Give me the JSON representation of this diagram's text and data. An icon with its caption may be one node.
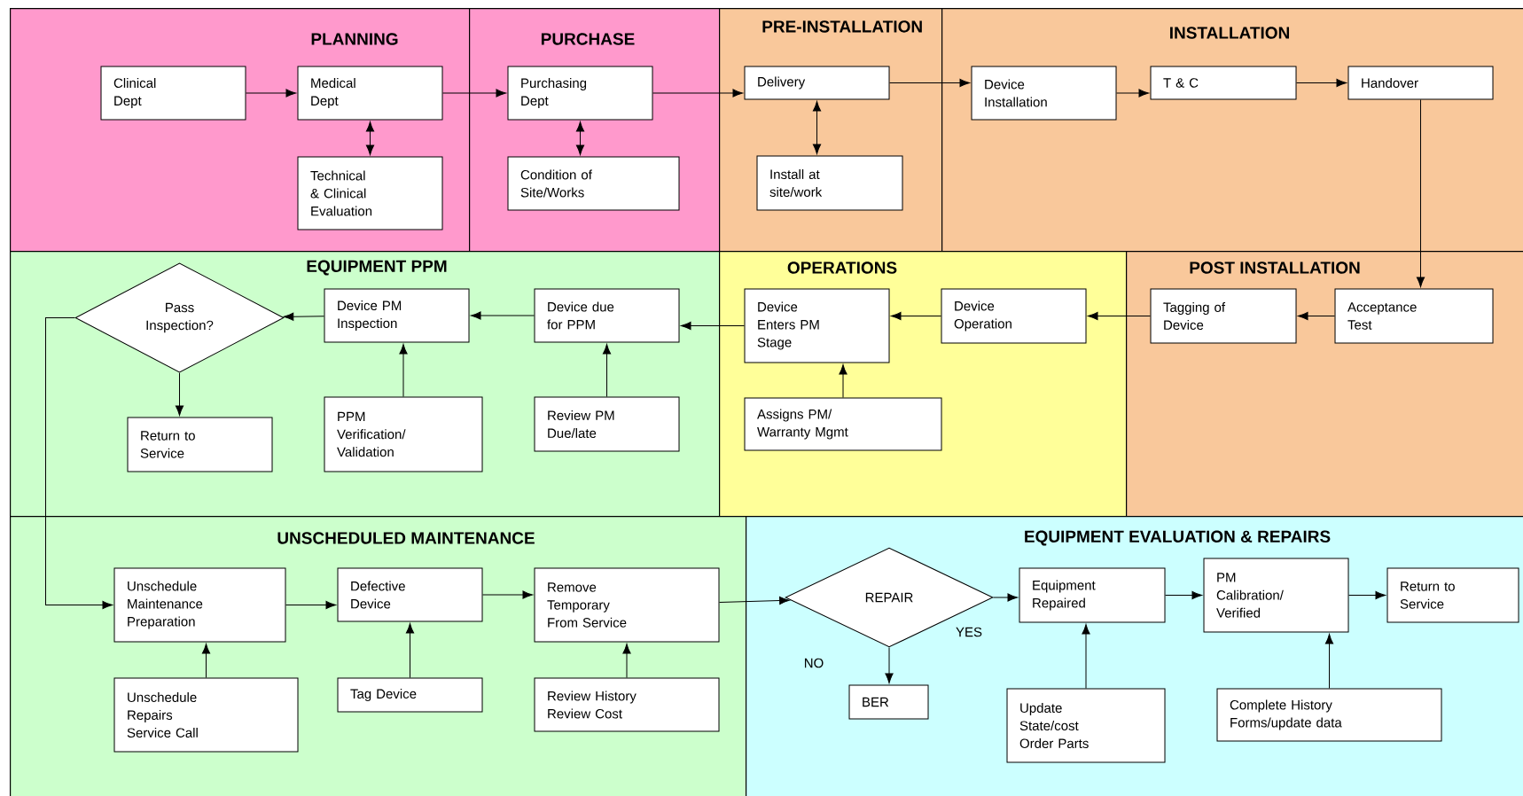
{
  "diagram": {
    "nodes": [
      {
        "text": [
          "PLANNING"
        ]
      },
      {
        "text": [
          "Clinical Dept"
        ],
        "in": 0
      },
      {
        "text": [
          "Medical Dept"
        ],
        "in": 0
      },
      {
        "text": [
          "Technical & Clinical Evaluation"
        ],
        "in": 0
      },
      {
        "text": [
          "PURCHASE"
        ]
      },
      {
        "text": [
          "Purchasing Dept"
        ],
        "in": 4
      },
      {
        "text": [
          "Condition of Site/Works"
        ],
        "in": 4
      },
      {
        "text": [
          "PRE-INSTALLATION"
        ]
      },
      {
        "text": [
          "Delivery"
        ],
        "in": 7
      },
      {
        "text": [
          "Install at site/work"
        ],
        "in": 7
      },
      {
        "text": [
          "INSTALLATION"
        ]
      },
      {
        "text": [
          "Device Installation"
        ],
        "in": 10
      },
      {
        "text": [
          "T & C"
        ],
        "in": 10
      },
      {
        "text": [
          "Handover"
        ],
        "in": 10
      },
      {
        "text": [
          "EQUIPMENT PPM"
        ]
      },
      {
        "text": [
          "Pass Inspection?"
        ],
        "in": 14
      },
      {
        "text": [
          "Device PM Inspection"
        ],
        "in": 14
      },
      {
        "text": [
          "Device due for PPM"
        ],
        "in": 14
      },
      {
        "text": [
          "Return to Service"
        ],
        "in": 14
      },
      {
        "text": [
          "PPM Verification/ Validation"
        ],
        "in": 14
      },
      {
        "text": [
          "Review PM Due/late"
        ],
        "in": 14
      },
      {
        "text": [
          "OPERATIONS"
        ]
      },
      {
        "text": [
          "Device Enters PM Stage"
        ],
        "in": 21
      },
      {
        "text": [
          "Device Operation"
        ],
        "in": 21
      },
      {
        "text": [
          "Assigns PM/ Warranty Mgmt"
        ],
        "in": 21
      },
      {
        "text": [
          "POST INSTALLATION"
        ]
      },
      {
        "text": [
          "Tagging of Device"
        ],
        "in": 25
      },
      {
        "text": [
          "Acceptance Test"
        ],
        "in": 25
      },
      {
        "text": [
          "UNSCHEDULED MAINTENANCE"
        ]
      },
      {
        "text": [
          "Unschedule Maintenance Preparation"
        ],
        "in": 28
      },
      {
        "text": [
          "Defective Device"
        ],
        "in": 28
      },
      {
        "text": [
          "Remove Temporary From Service"
        ],
        "in": 28
      },
      {
        "text": [
          "Unschedule Repairs Service Call"
        ],
        "in": 28
      },
      {
        "text": [
          "Tag Device"
        ],
        "in": 28
      },
      {
        "text": [
          "Review History Review Cost"
        ],
        "in": 28
      },
      {
        "text": [
          "EQUIPMENT EVALUATION & REPAIRS"
        ]
      },
      {
        "text": [
          "REPAIR"
        ],
        "in": 35
      },
      {
        "text": [
          "Equipment Repaired"
        ],
        "in": 35
      },
      {
        "text": [
          "PM Calibration/ Verified"
        ],
        "in": 35
      },
      {
        "text": [
          "Return to Service"
        ],
        "in": 35
      },
      {
        "text": [
          "BER"
        ],
        "in": 35
      },
      {
        "text": [
          "Update State/cost Order Parts"
        ],
        "in": 35
      },
      {
        "text": [
          "Complete History Forms/update data"
        ],
        "in": 35
      }
    ],
    "edges": [
      {
        "from": 1,
        "to": 2,
        "arrow": "to"
      },
      {
        "from": 2,
        "to": 3,
        "arrow": "both"
      },
      {
        "from": 2,
        "to": 5,
        "arrow": "to"
      },
      {
        "from": 5,
        "to": 6,
        "arrow": "both"
      },
      {
        "from": 5,
        "to": 8,
        "arrow": "to"
      },
      {
        "from": 8,
        "to": 11,
        "arrow": "to"
      },
      {
        "from": 8,
        "to": 9,
        "arrow": "both"
      },
      {
        "from": 11,
        "to": 12,
        "arrow": "to"
      },
      {
        "from": 12,
        "to": 13,
        "arrow": "to"
      },
      {
        "from": 13,
        "to": 27,
        "arrow": "to"
      },
      {
        "from": 27,
        "to": 26,
        "arrow": "to"
      },
      {
        "from": 26,
        "to": 23,
        "arrow": "to"
      },
      {
        "from": 23,
        "to": 22,
        "arrow": "to"
      },
      {
        "from": 24,
        "to": 22,
        "arrow": "to"
      },
      {
        "from": 22,
        "to": 17,
        "arrow": "to"
      },
      {
        "from": 20,
        "to": 17,
        "arrow": "to"
      },
      {
        "from": 17,
        "to": 16,
        "arrow": "to"
      },
      {
        "from": 19,
        "to": 16,
        "arrow": "to"
      },
      {
        "from": 16,
        "to": 15,
        "arrow": "to"
      },
      {
        "from": 15,
        "to": 18,
        "arrow": "to"
      },
      {
        "from": 15,
        "to": 29,
        "arrow": "to"
      },
      {
        "from": 32,
        "to": 29,
        "arrow": "to"
      },
      {
        "from": 29,
        "to": 30,
        "arrow": "to"
      },
      {
        "from": 33,
        "to": 30,
        "arrow": "to"
      },
      {
        "from": 30,
        "to": 31,
        "arrow": "to"
      },
      {
        "from": 34,
        "to": 31,
        "arrow": "to"
      },
      {
        "from": 31,
        "to": 36,
        "arrow": "to"
      },
      {
        "from": 36,
        "to": 37,
        "arrow": "to",
        "label": "YES"
      },
      {
        "from": 36,
        "to": 40,
        "arrow": "to",
        "label": "NO"
      },
      {
        "from": 41,
        "to": 37,
        "arrow": "to"
      },
      {
        "from": 37,
        "to": 38,
        "arrow": "to"
      },
      {
        "from": 42,
        "to": 38,
        "arrow": "to"
      },
      {
        "from": 38,
        "to": 39,
        "arrow": "to"
      }
    ]
  }
}
